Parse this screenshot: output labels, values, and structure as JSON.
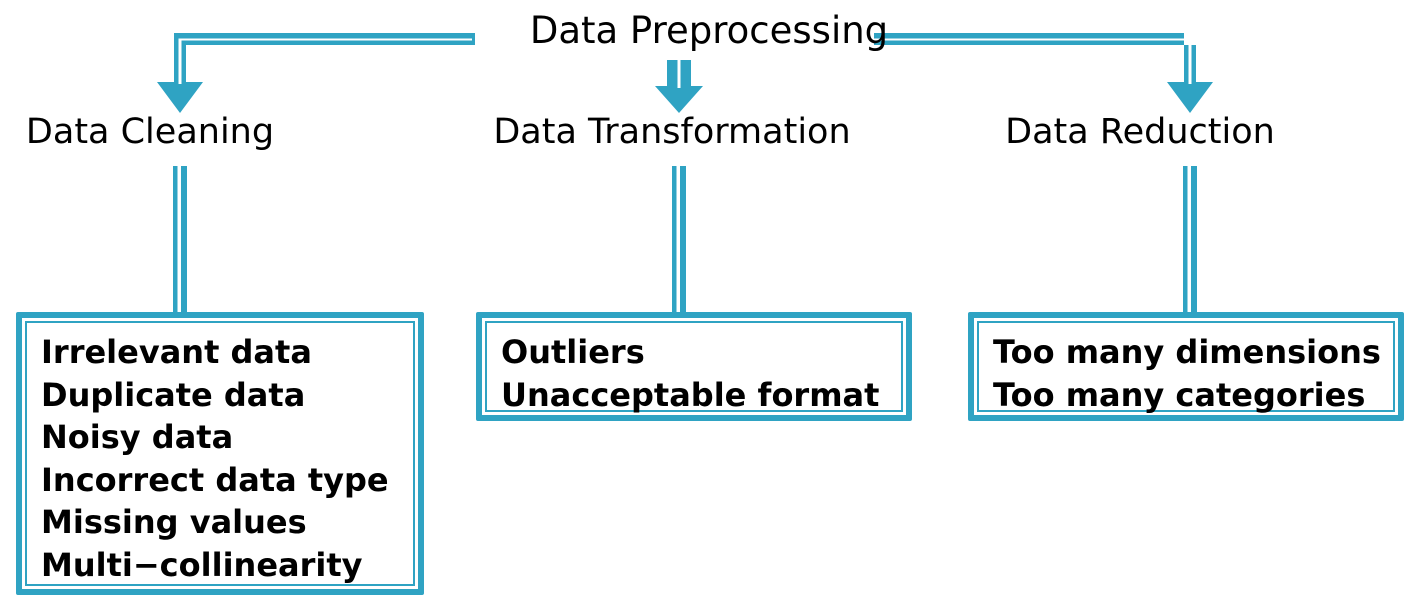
{
  "diagram": {
    "title": "Data Preprocessing",
    "accent_color": "#2FA3C3",
    "text_color": "#000000",
    "background_color": "#FFFFFF",
    "branches": [
      {
        "key": "cleaning",
        "heading": "Data Cleaning",
        "items": [
          "Irrelevant data",
          "Duplicate data",
          "Noisy data",
          "Incorrect data type",
          "Missing values",
          "Multi−collinearity"
        ]
      },
      {
        "key": "transform",
        "heading": "Data Transformation",
        "items": [
          "Outliers",
          "Unacceptable format"
        ]
      },
      {
        "key": "reduction",
        "heading": "Data Reduction",
        "items": [
          "Too many dimensions",
          "Too many categories"
        ]
      }
    ]
  }
}
